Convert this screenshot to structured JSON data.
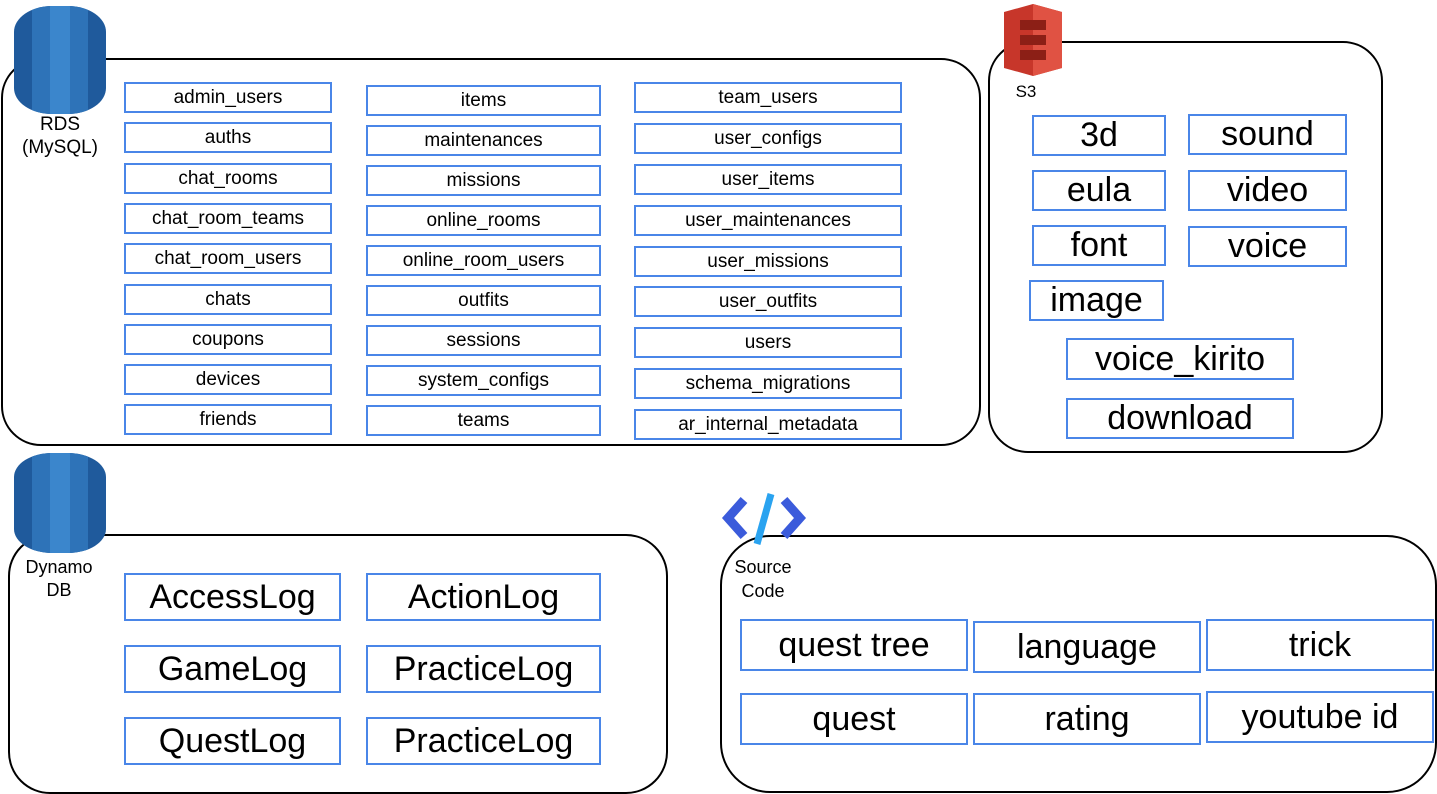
{
  "rds": {
    "label_line1": "RDS",
    "label_line2": "(MySQL)",
    "tables": [
      [
        "admin_users",
        "auths",
        "chat_rooms",
        "chat_room_teams",
        "chat_room_users",
        "chats",
        "coupons",
        "devices",
        "friends"
      ],
      [
        "items",
        "maintenances",
        "missions",
        "online_rooms",
        "online_room_users",
        "outfits",
        "sessions",
        "system_configs",
        "teams"
      ],
      [
        "team_users",
        "user_configs",
        "user_items",
        "user_maintenances",
        "user_missions",
        "user_outfits",
        "users",
        "schema_migrations",
        "ar_internal_metadata"
      ]
    ]
  },
  "s3": {
    "label": "S3",
    "buckets": [
      "3d",
      "sound",
      "eula",
      "video",
      "font",
      "voice",
      "image",
      "voice_kirito",
      "download"
    ]
  },
  "dynamo": {
    "label_line1": "Dynamo",
    "label_line2": "DB",
    "tables": [
      "AccessLog",
      "ActionLog",
      "GameLog",
      "PracticeLog",
      "QuestLog",
      "PracticeLog"
    ]
  },
  "source": {
    "label_line1": "Source",
    "label_line2": "Code",
    "items": [
      "quest tree",
      "language",
      "trick",
      "quest",
      "rating",
      "youtube id"
    ]
  },
  "colors": {
    "box_border": "#4a86e8",
    "rds_blue": "#2e73b8",
    "s3_red": "#e05243",
    "code_blue": "#3b5bdb"
  },
  "icons": {
    "rds": "database-cylinder-icon",
    "s3": "s3-bucket-icon",
    "dynamo": "database-cylinder-icon",
    "source": "code-brackets-icon"
  }
}
